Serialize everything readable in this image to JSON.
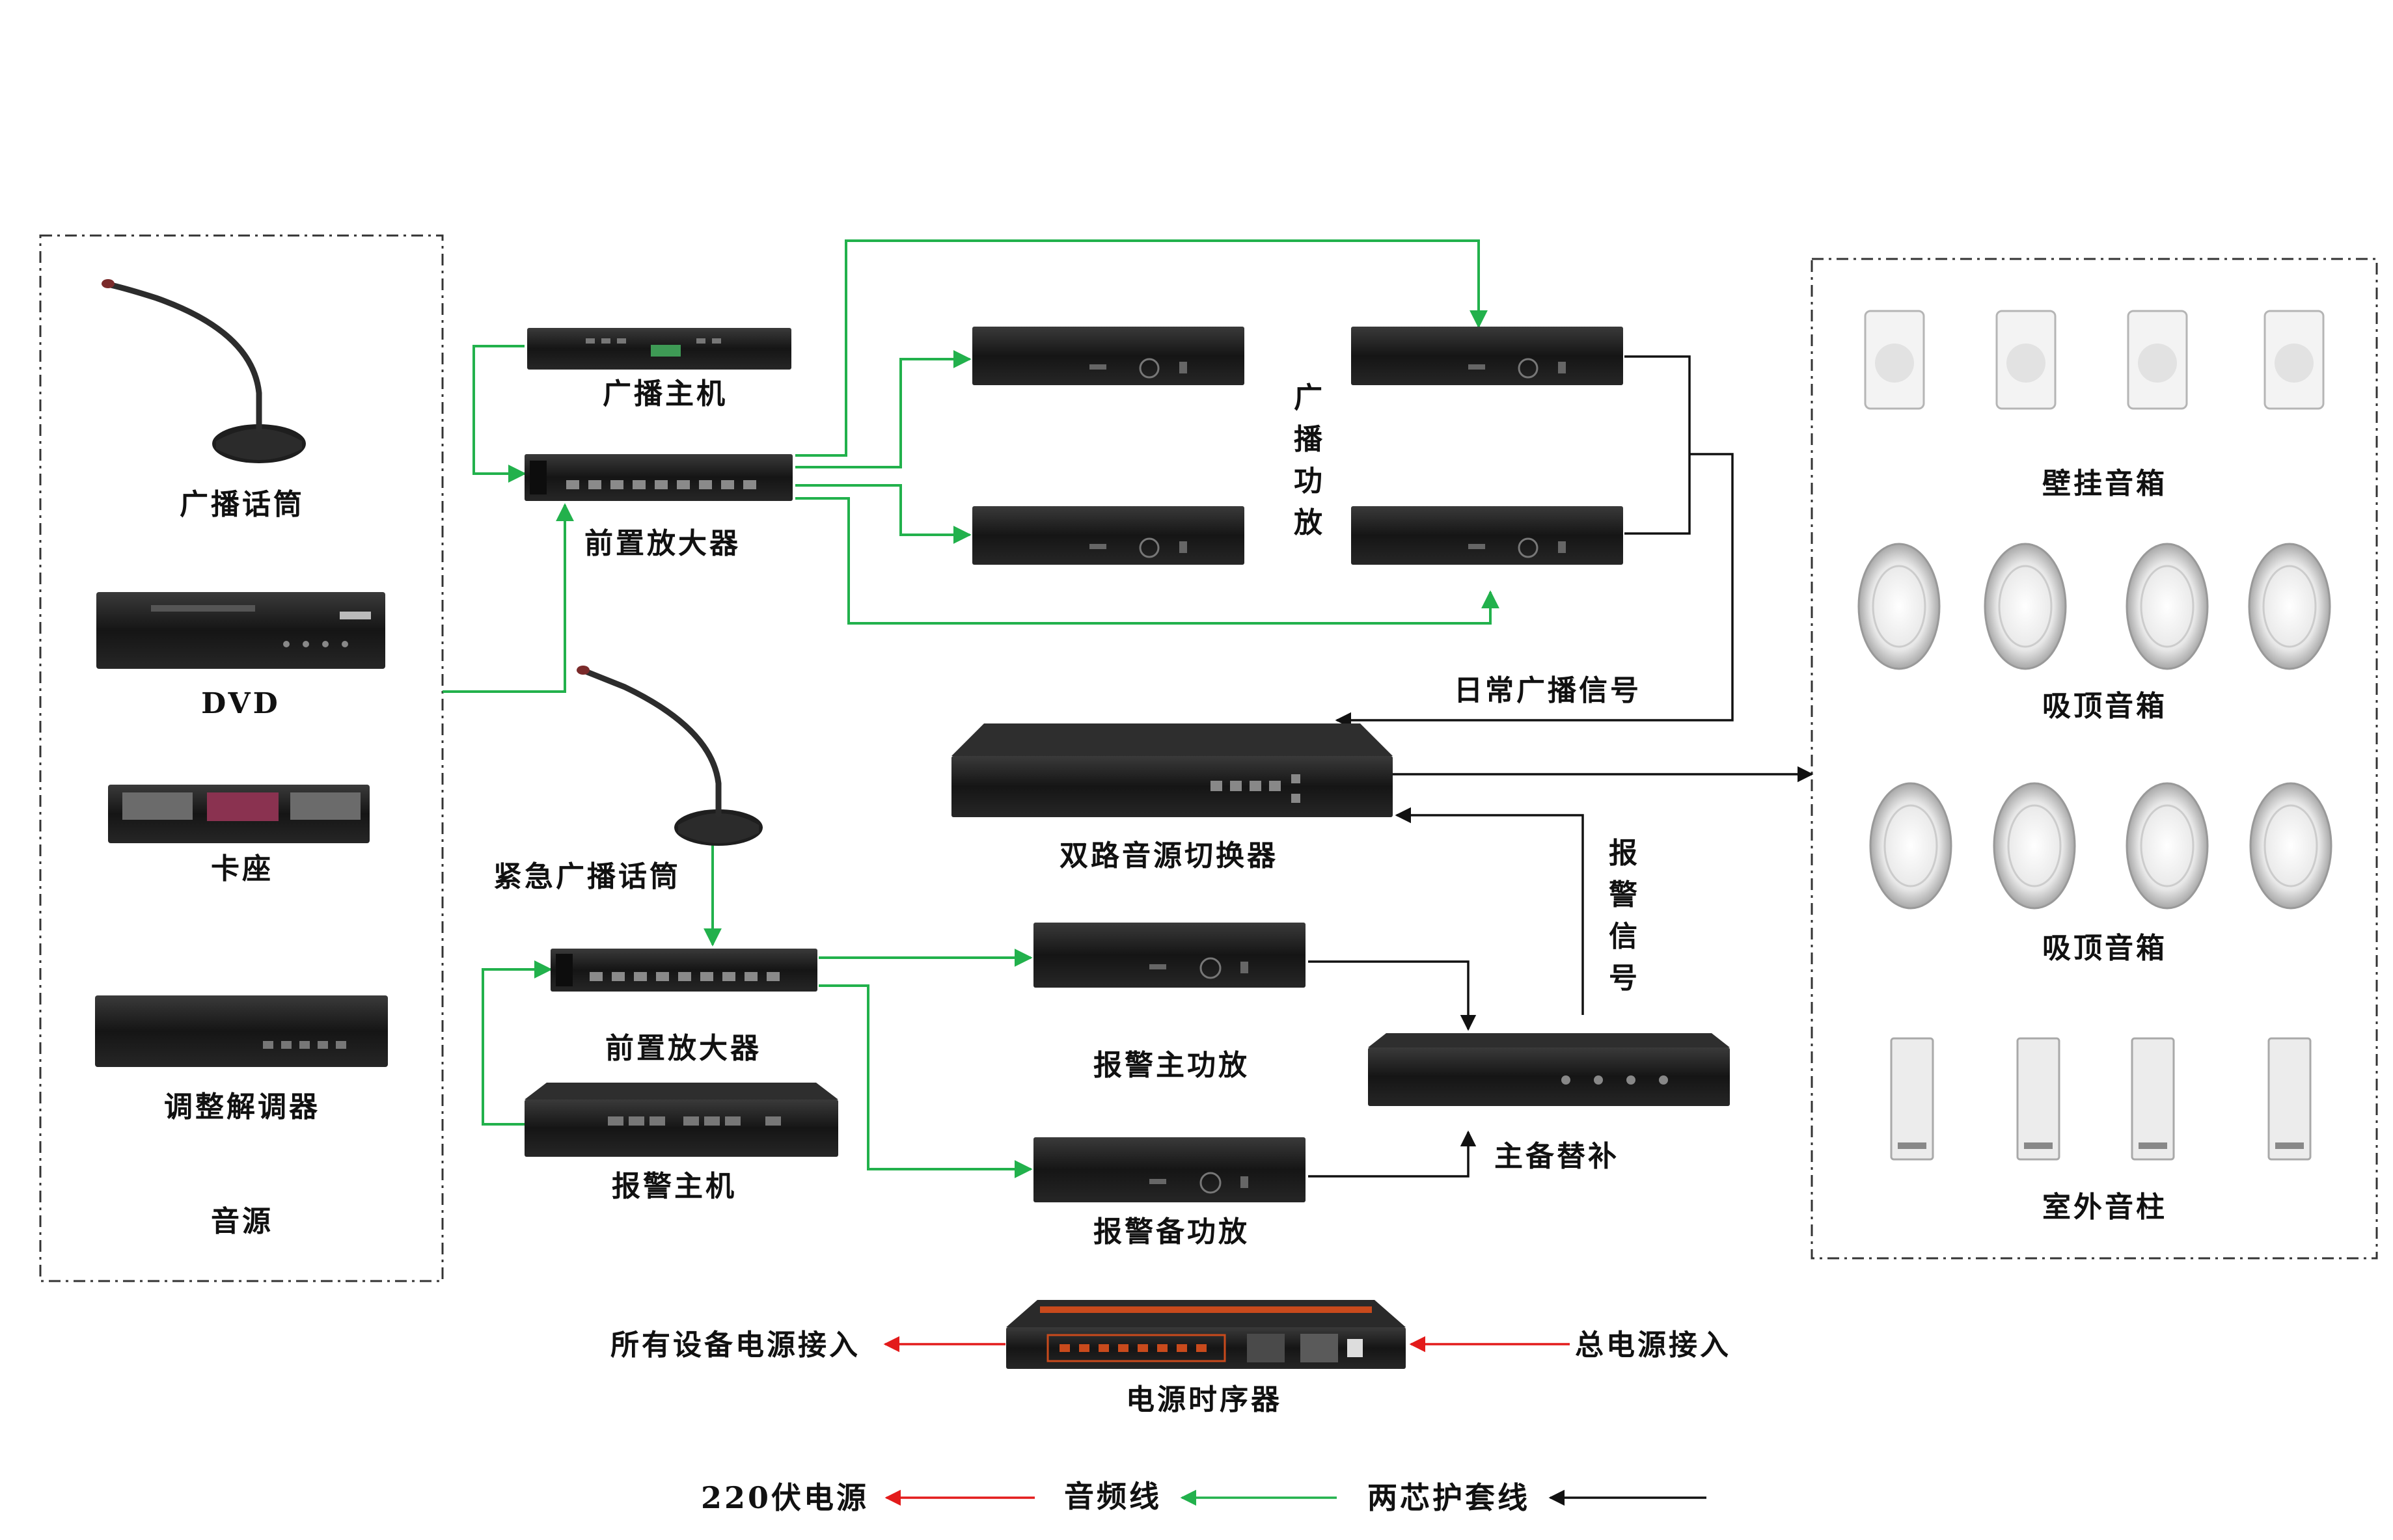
{
  "labels": {
    "broadcast_mic": "广播话筒",
    "dvd": "DVD",
    "cassette": "卡座",
    "tuner": "调整解调器",
    "sources_group": "音源",
    "broadcast_host": "广播主机",
    "preamp_top": "前置放大器",
    "broadcast_amp_vertical": "广播功放",
    "daily_signal": "日常广播信号",
    "dual_switcher": "双路音源切换器",
    "emergency_mic": "紧急广播话筒",
    "preamp_bottom": "前置放大器",
    "alarm_host": "报警主机",
    "alarm_main_amp": "报警主功放",
    "alarm_backup_amp": "报警备功放",
    "alarm_signal_vertical": "报警信号",
    "main_backup": "主备替补",
    "wall_speakers": "壁挂音箱",
    "ceiling_speakers_1": "吸顶音箱",
    "ceiling_speakers_2": "吸顶音箱",
    "outdoor_columns": "室外音柱",
    "power_sequencer": "电源时序器",
    "all_devices_power": "所有设备电源接入",
    "main_power_in": "总电源接入"
  },
  "legend": {
    "power": "220伏电源",
    "audio": "音频线",
    "shielded": "两芯护套线"
  },
  "colors": {
    "audio_line": "#22b14c",
    "power_line": "#e31b1b",
    "shielded_line": "#111111",
    "device_body": "#1c1c1c"
  }
}
